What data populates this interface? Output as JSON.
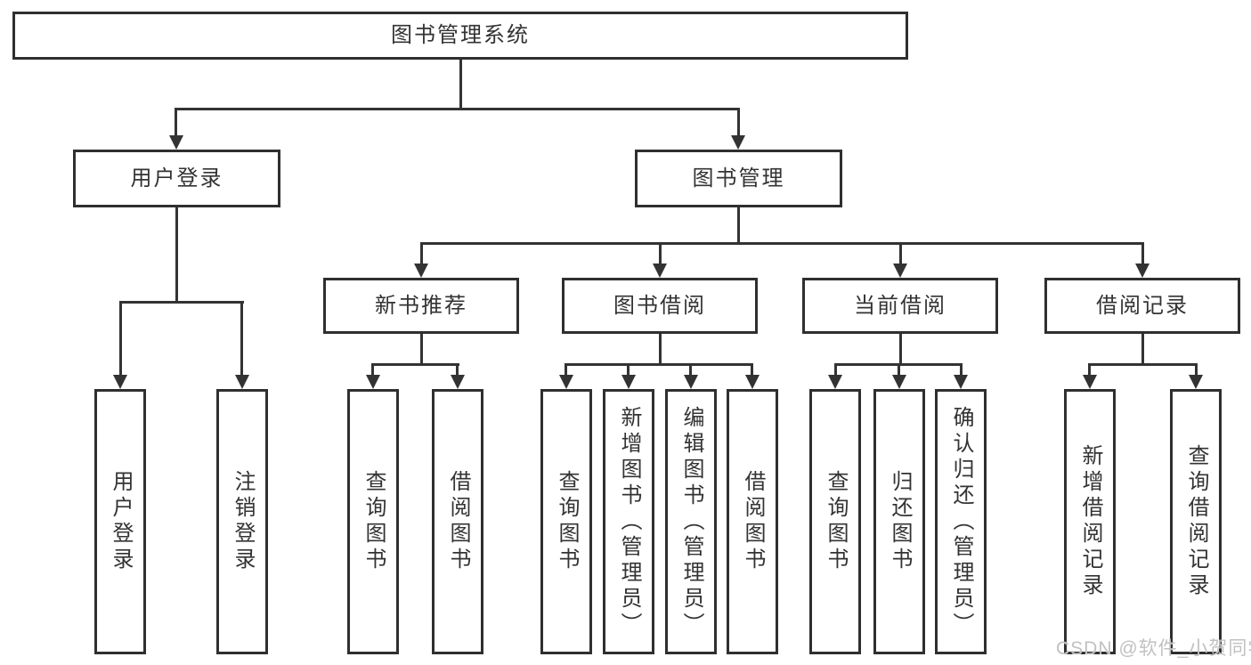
{
  "colors": {
    "line": "#333333",
    "box_border": "#2f2f2f",
    "text": "#333333",
    "watermark": "#bebebe"
  },
  "diagram": {
    "root": {
      "label": "图书管理系统"
    },
    "branches": {
      "user": {
        "label": "用户登录",
        "children": [
          "用户登录",
          "注销登录"
        ]
      },
      "books": {
        "label": "图书管理"
      }
    },
    "modules": [
      {
        "label": "新书推荐",
        "children": [
          "查询图书",
          "借阅图书"
        ]
      },
      {
        "label": "图书借阅",
        "children": [
          "查询图书",
          "新增图书（管理员）",
          "编辑图书（管理员）",
          "借阅图书"
        ]
      },
      {
        "label": "当前借阅",
        "children": [
          "查询图书",
          "归还图书",
          "确认归还（管理员）"
        ]
      },
      {
        "label": "借阅记录",
        "children": [
          "新增借阅记录",
          "查询借阅记录"
        ]
      }
    ]
  },
  "watermark": {
    "text": "CSDN @软件_小贺同学"
  }
}
